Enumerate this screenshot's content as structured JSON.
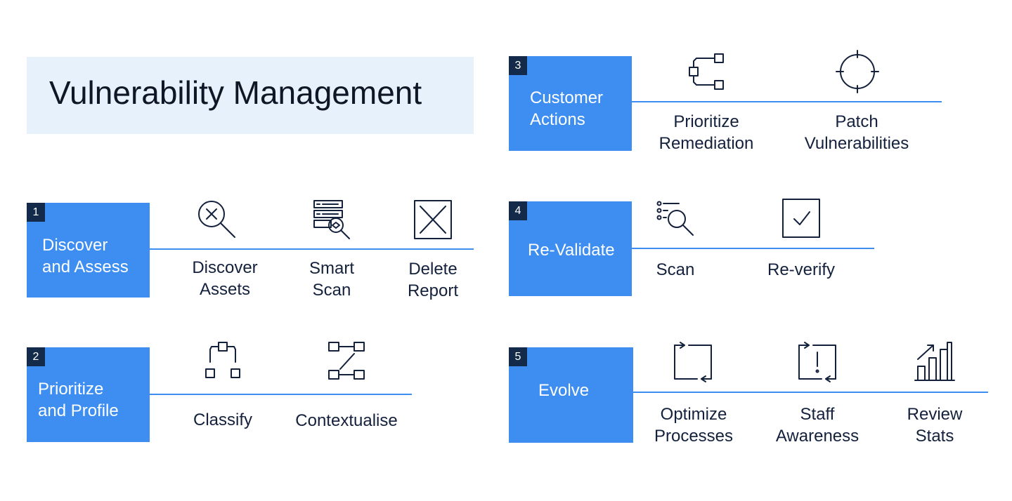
{
  "title": "Vulnerability Management",
  "stages": {
    "s1": {
      "number": "1",
      "label": "Discover\nand Assess",
      "steps": [
        {
          "label": "Discover\nAssets",
          "icon": "magnifier-x-icon"
        },
        {
          "label": "Smart\nScan",
          "icon": "server-scan-icon"
        },
        {
          "label": "Delete\nReport",
          "icon": "x-box-icon"
        }
      ]
    },
    "s2": {
      "number": "2",
      "label": "Prioritize\nand Profile",
      "steps": [
        {
          "label": "Classify",
          "icon": "hierarchy-icon"
        },
        {
          "label": "Contextualise",
          "icon": "connected-nodes-icon"
        }
      ]
    },
    "s3": {
      "number": "3",
      "label": "Customer\nActions",
      "steps": [
        {
          "label": "Prioritize\nRemediation",
          "icon": "tree-branch-icon"
        },
        {
          "label": "Patch\nVulnerabilities",
          "icon": "crosshair-icon"
        }
      ]
    },
    "s4": {
      "number": "4",
      "label": "Re-Validate",
      "steps": [
        {
          "label": "Scan",
          "icon": "list-search-icon"
        },
        {
          "label": "Re-verify",
          "icon": "checkbox-icon"
        }
      ]
    },
    "s5": {
      "number": "5",
      "label": "Evolve",
      "steps": [
        {
          "label": "Optimize\nProcesses",
          "icon": "cycle-arrows-icon"
        },
        {
          "label": "Staff\nAwareness",
          "icon": "alert-cycle-icon"
        },
        {
          "label": "Review\nStats",
          "icon": "bar-chart-growth-icon"
        }
      ]
    }
  },
  "colors": {
    "stage_blue": "#3d8ef0",
    "number_badge": "#132a4a",
    "title_bg": "#e7f1fb",
    "text": "#14213d"
  }
}
